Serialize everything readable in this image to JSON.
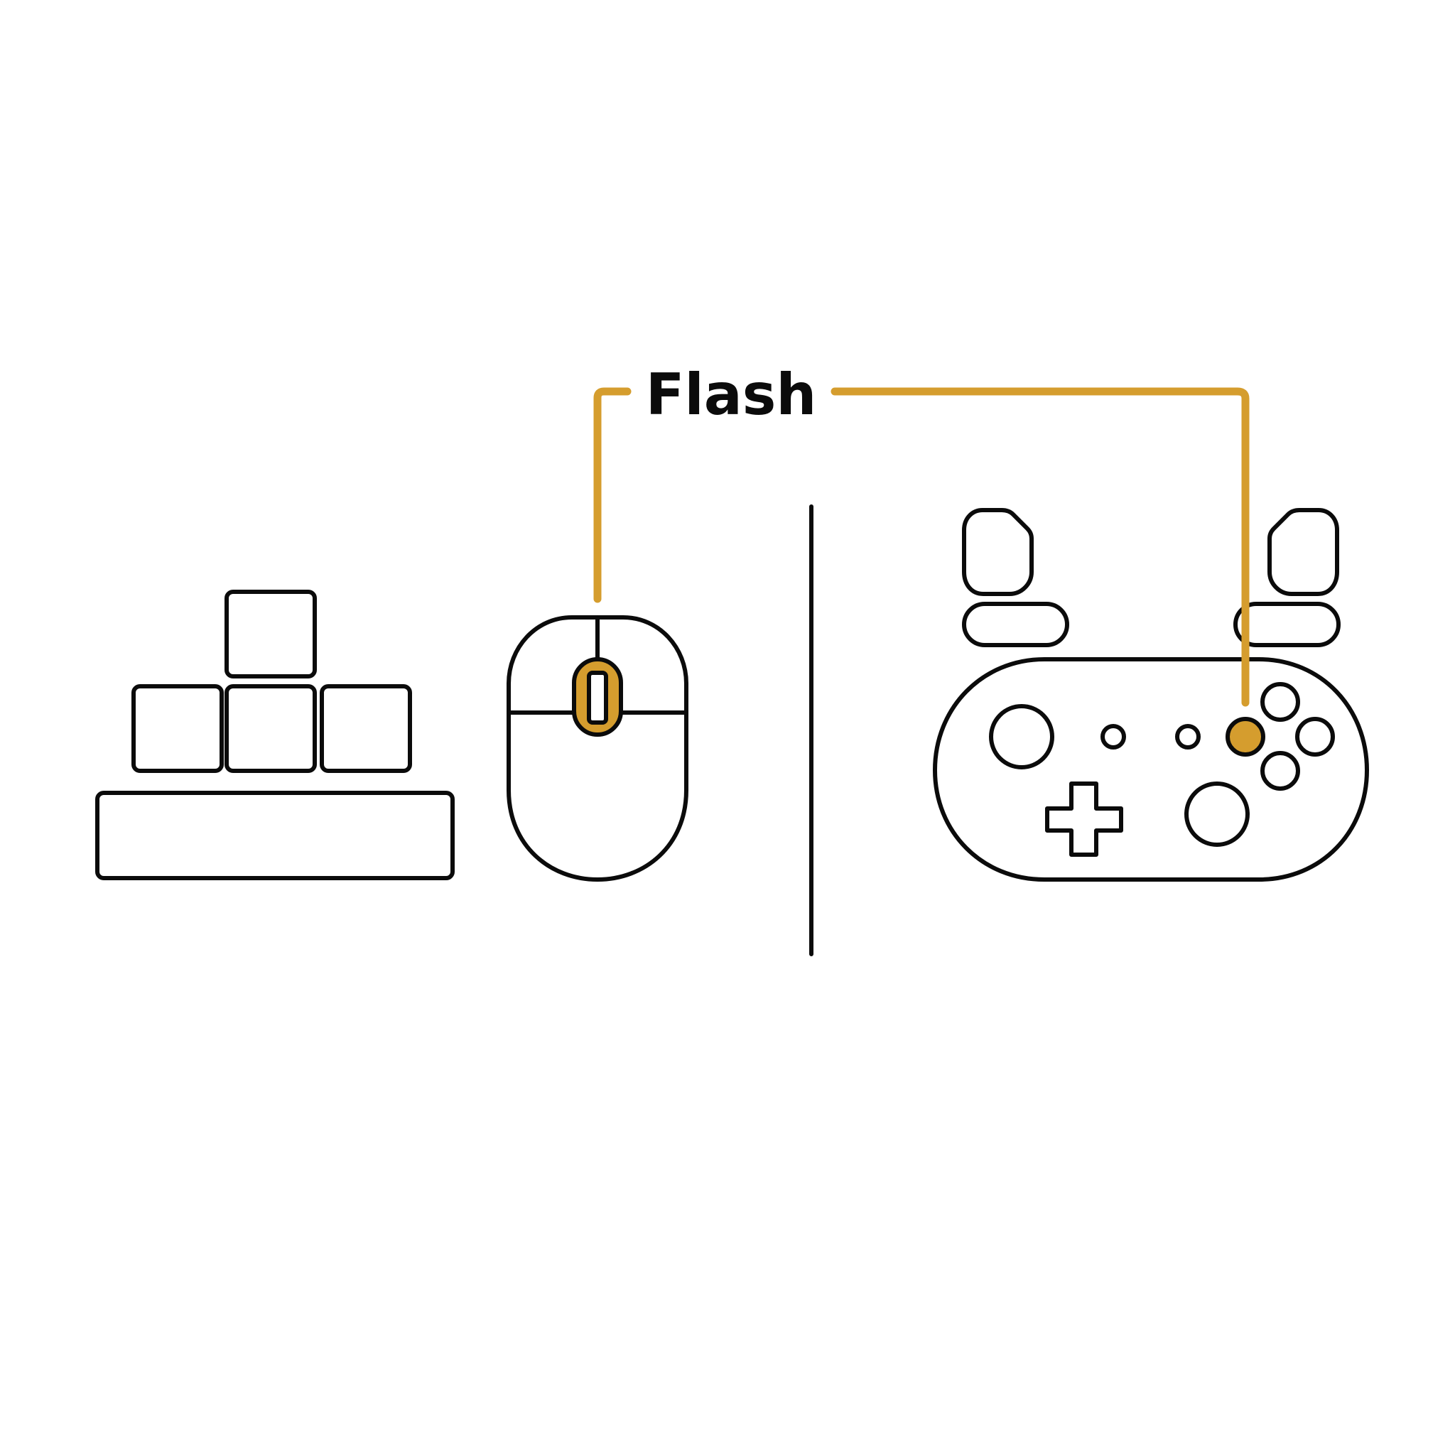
{
  "label": {
    "text": "Flash"
  },
  "colors": {
    "ink": "#0b0b0b",
    "accent": "#d59d2e",
    "background": "#ffffff"
  },
  "devices": {
    "keyboard": {
      "icon": "keyboard-keys-icon"
    },
    "mouse": {
      "icon": "mouse-icon",
      "highlighted_part": "scroll-wheel"
    },
    "gamepad": {
      "icon": "gamepad-icon",
      "highlighted_part": "left-face-button"
    }
  }
}
